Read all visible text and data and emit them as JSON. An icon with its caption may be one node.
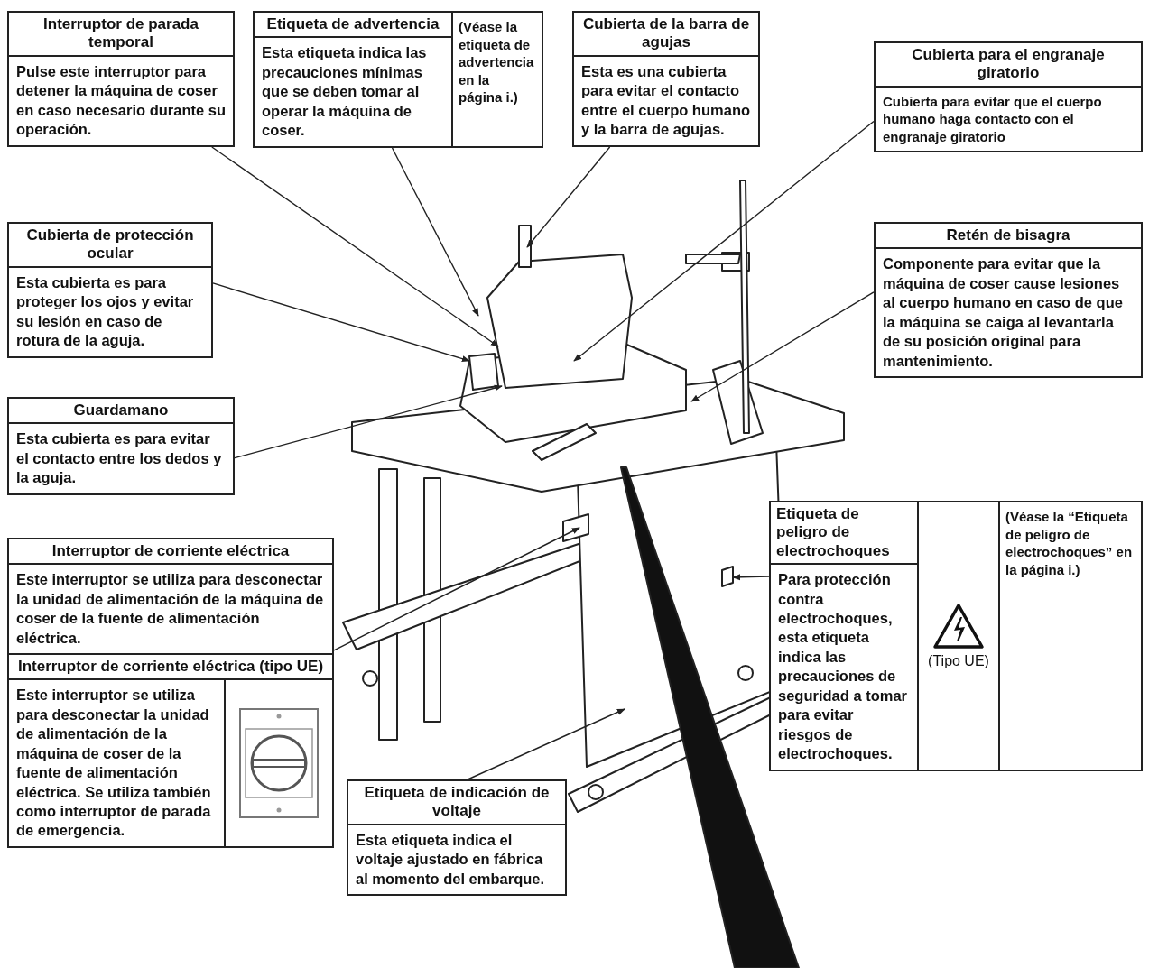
{
  "diagram": {
    "nodes": [
      {
        "text": [
          "Interruptor de parada temporal",
          "Pulse este interruptor para detener la máquina de coser en caso necesario durante su operación."
        ]
      },
      {
        "text": [
          "Etiqueta de advertencia",
          "Esta etiqueta indica las precauciones mínimas que se deben tomar al operar la máquina de coser.",
          "(Véase la etiqueta de advertencia en la página i.)"
        ]
      },
      {
        "text": [
          "Cubierta de la barra de agujas",
          "Esta es una cubierta para evitar el contacto entre el cuerpo humano y la barra de agujas."
        ]
      },
      {
        "text": [
          "Cubierta para el engranaje giratorio",
          "Cubierta para evitar que el cuerpo humano haga contacto con el engranaje giratorio"
        ]
      },
      {
        "text": [
          "Cubierta de protección ocular",
          "Esta cubierta es para proteger los ojos y evitar su lesión en caso de rotura de la aguja."
        ]
      },
      {
        "text": [
          "Retén de bisagra",
          "Componente para evitar que la máquina de coser cause lesiones al cuerpo humano en caso de que la máquina se caiga al levantarla de su posición original para mantenimiento."
        ]
      },
      {
        "text": [
          "Guardamano",
          "Esta cubierta es para evitar el contacto entre los dedos y la aguja."
        ]
      },
      {
        "text": [
          "Etiqueta de peligro de electrochoques",
          "Para protección contra electrochoques, esta etiqueta indica las precauciones de seguridad a tomar para evitar riesgos de electrochoques.",
          "(Tipo UE)",
          "(Véase la “Etiqueta de peligro de electrochoques” en la página i.)"
        ]
      },
      {
        "text": [
          "Interruptor de corriente eléctrica",
          "Este interruptor se utiliza para desconectar la unidad de alimentación de la máquina de coser de la fuente de alimentación eléctrica."
        ]
      },
      {
        "text": [
          "Interruptor de corriente eléctrica (tipo UE)",
          "Este interruptor se utiliza para desconectar la unidad de alimentación de la máquina de coser de la fuente de alimentación eléctrica. Se utiliza también como interruptor de parada de emergencia."
        ]
      },
      {
        "text": [
          "Etiqueta de indicación de voltaje",
          "Esta etiqueta indica el voltaje ajustado en fábrica al momento del embarque."
        ]
      }
    ],
    "edges": [
      {
        "from": 0,
        "to": null,
        "arrow": "to"
      },
      {
        "from": 1,
        "to": null,
        "arrow": "to"
      },
      {
        "from": 2,
        "to": null,
        "arrow": "to"
      },
      {
        "from": 3,
        "to": null,
        "arrow": "to"
      },
      {
        "from": 4,
        "to": null,
        "arrow": "to"
      },
      {
        "from": 5,
        "to": null,
        "arrow": "to"
      },
      {
        "from": 6,
        "to": null,
        "arrow": "to"
      },
      {
        "from": 7,
        "to": null,
        "arrow": "to"
      },
      {
        "from": 8,
        "to": null,
        "arrow": "to"
      },
      {
        "from": 10,
        "to": null,
        "arrow": "to"
      }
    ]
  }
}
